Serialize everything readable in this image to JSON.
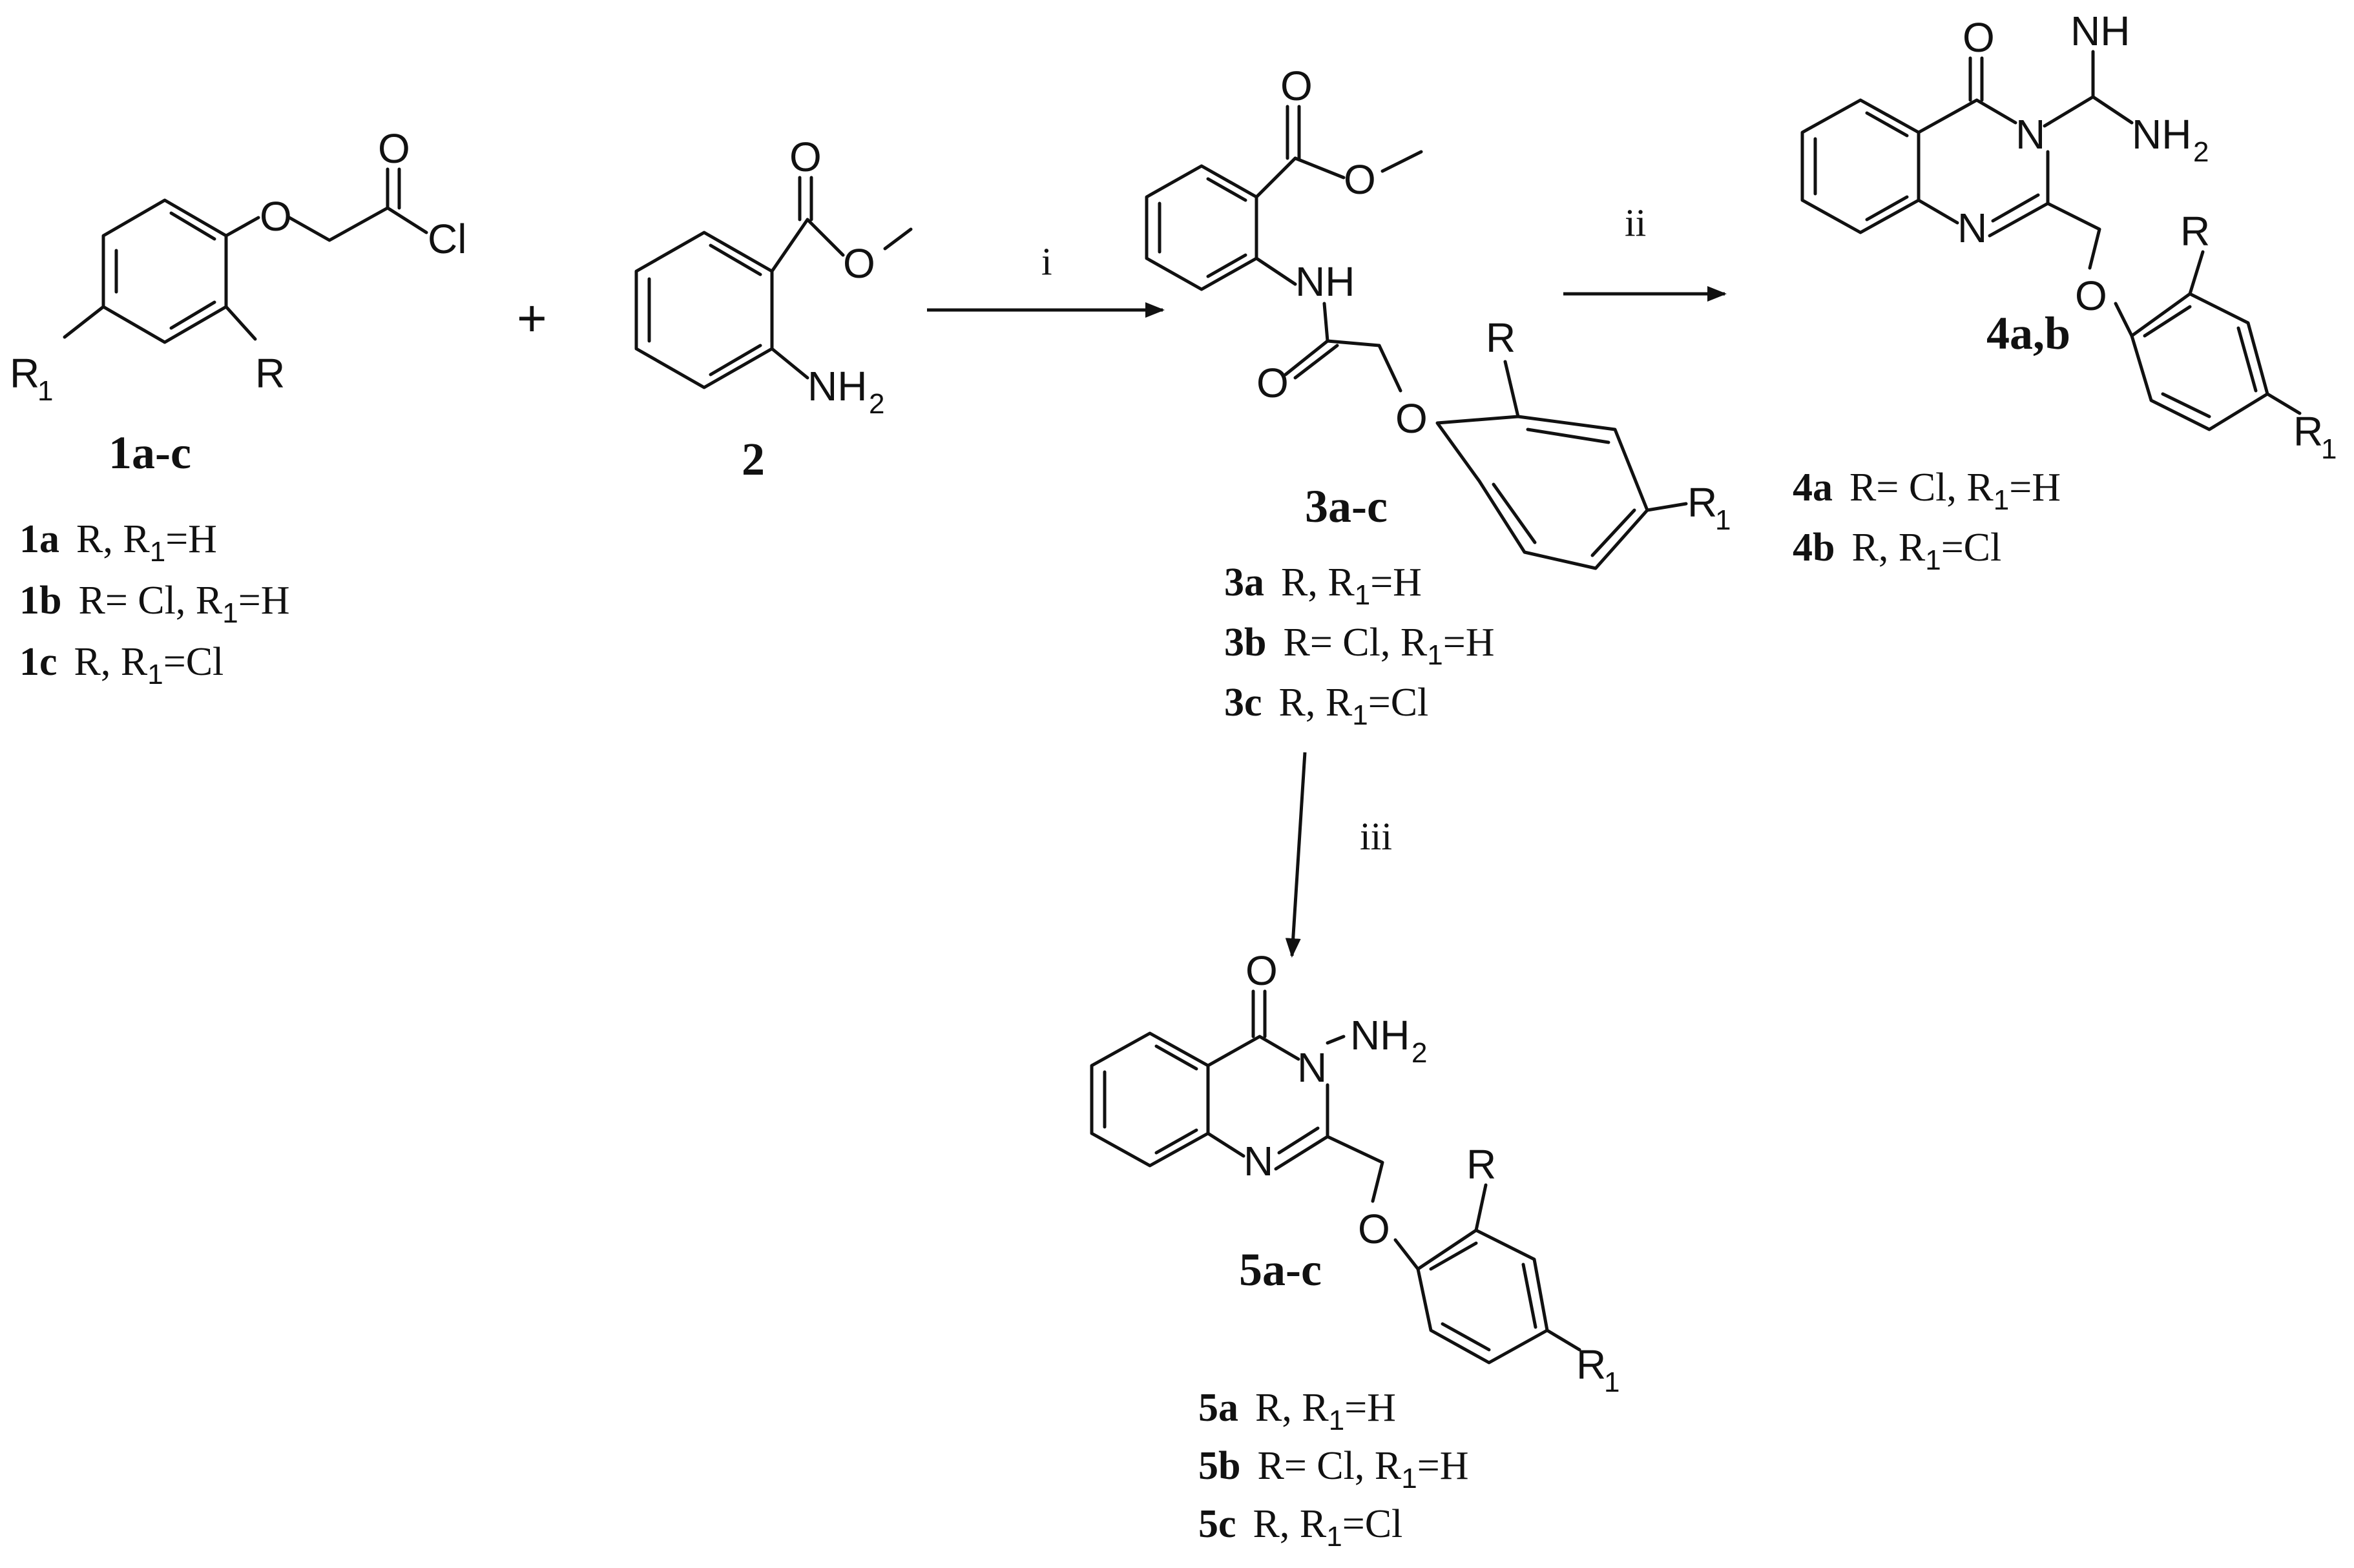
{
  "plus": "+",
  "atoms": {
    "O": "O",
    "Cl": "Cl",
    "R": "R",
    "R1_main": "R",
    "R1_sub": "1",
    "N": "N",
    "NH": "NH",
    "NH2_main": "NH",
    "NH2_sub": "2"
  },
  "compounds": [
    {
      "id": "1",
      "label": "1a-c",
      "variants": [
        {
          "id": "1a",
          "text": "R, R",
          "sub": "1",
          "rest": "=H"
        },
        {
          "id": "1b",
          "text": "R= Cl, R",
          "sub": "1",
          "rest": "=H"
        },
        {
          "id": "1c",
          "text": "R, R",
          "sub": "1",
          "rest": "=Cl"
        }
      ]
    },
    {
      "id": "2",
      "label": "2",
      "variants": []
    },
    {
      "id": "3",
      "label": "3a-c",
      "variants": [
        {
          "id": "3a",
          "text": "R, R",
          "sub": "1",
          "rest": "=H"
        },
        {
          "id": "3b",
          "text": "R= Cl, R",
          "sub": "1",
          "rest": "=H"
        },
        {
          "id": "3c",
          "text": "R, R",
          "sub": "1",
          "rest": "=Cl"
        }
      ]
    },
    {
      "id": "4",
      "label": "4a,b",
      "variants": [
        {
          "id": "4a",
          "text": "R= Cl, R",
          "sub": "1",
          "rest": "=H"
        },
        {
          "id": "4b",
          "text": "R, R",
          "sub": "1",
          "rest": "=Cl"
        }
      ]
    },
    {
      "id": "5",
      "label": "5a-c",
      "variants": [
        {
          "id": "5a",
          "text": "R, R",
          "sub": "1",
          "rest": "=H"
        },
        {
          "id": "5b",
          "text": "R= Cl, R",
          "sub": "1",
          "rest": "=H"
        },
        {
          "id": "5c",
          "text": "R, R",
          "sub": "1",
          "rest": "=Cl"
        }
      ]
    }
  ],
  "steps": [
    {
      "id": "i",
      "label": "i"
    },
    {
      "id": "ii",
      "label": "ii"
    },
    {
      "id": "iii",
      "label": "iii"
    }
  ]
}
